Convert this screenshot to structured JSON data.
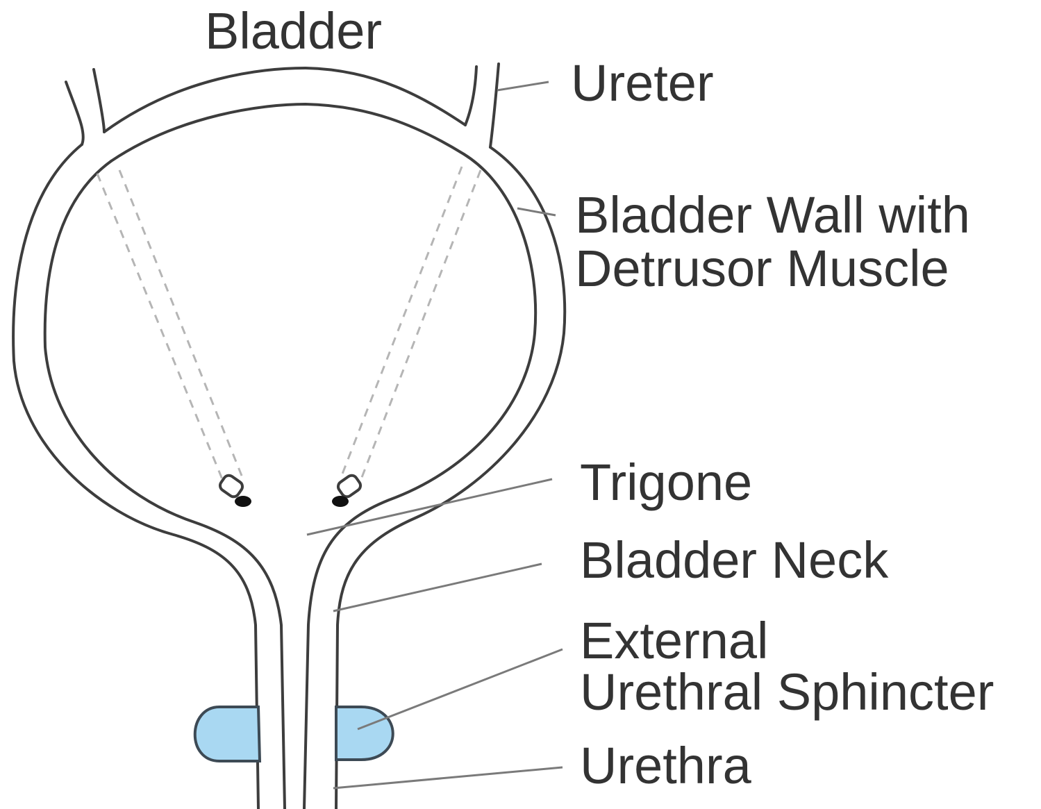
{
  "labels": {
    "bladder": "Bladder",
    "ureter": "Ureter",
    "wall_line1": "Bladder Wall with",
    "wall_line2": "Detrusor Muscle",
    "trigone": "Trigone",
    "bladder_neck": "Bladder Neck",
    "sphincter_line1": "External",
    "sphincter_line2": "Urethral Sphincter",
    "urethra": "Urethra"
  },
  "colors": {
    "outline": "#3d3d3d",
    "sphincter_fill": "#a9d8f2",
    "leader": "#7a7a7a",
    "dashed": "#b5b5b5",
    "text": "#333333"
  }
}
